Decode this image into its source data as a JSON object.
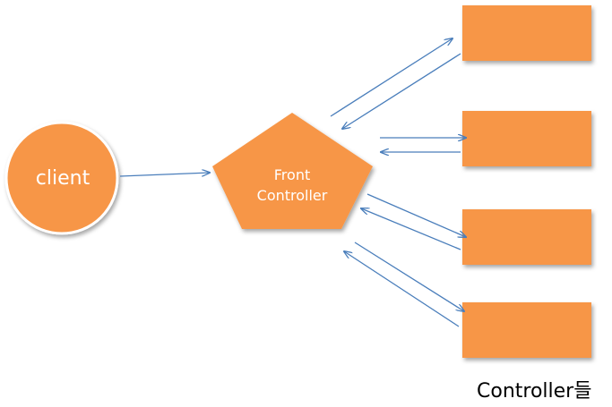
{
  "diagram": {
    "client_label": "client",
    "front_controller_label": [
      "Front",
      "Controller"
    ],
    "controllers_caption": "Controller들",
    "colors": {
      "node_fill": "#f79646",
      "arrow": "#4a7ebb",
      "node_text": "#ffffff"
    },
    "controller_count": 4
  }
}
